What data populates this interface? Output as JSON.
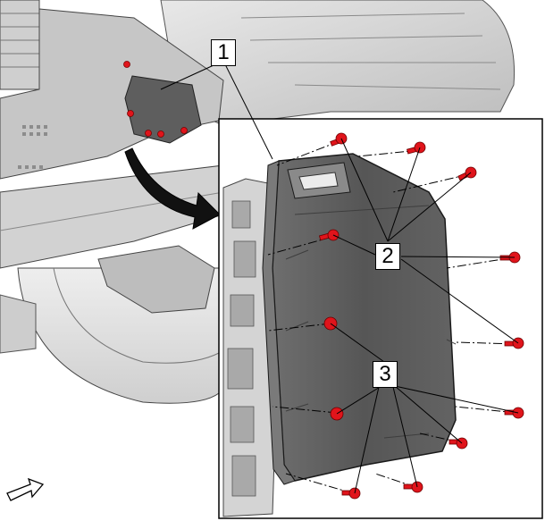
{
  "callouts": {
    "c1": "1",
    "c2": "2",
    "c3": "3"
  },
  "colors": {
    "fastener_red": "#e0141b",
    "pan_dark": "#5a5a5a",
    "body_light": "#d9d9d9",
    "outline": "#000000"
  },
  "icons": {
    "front_direction": "arrow-icon"
  }
}
